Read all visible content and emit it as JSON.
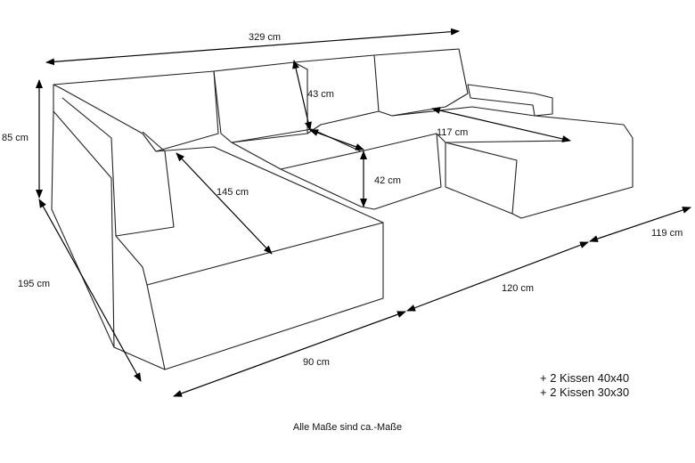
{
  "dimensions": {
    "total_width": "329 cm",
    "height": "85 cm",
    "left_depth": "195 cm",
    "front_left": "90 cm",
    "front_middle": "120 cm",
    "front_right": "119 cm",
    "back_cushion": "43 cm",
    "seat_height": "42 cm",
    "chaise_left": "145 cm",
    "chaise_right": "117 cm"
  },
  "notes": [
    "+ 2 Kissen 40x40",
    "+ 2 Kissen 30x30"
  ],
  "caption": "Alle Maße sind ca.-Maße"
}
